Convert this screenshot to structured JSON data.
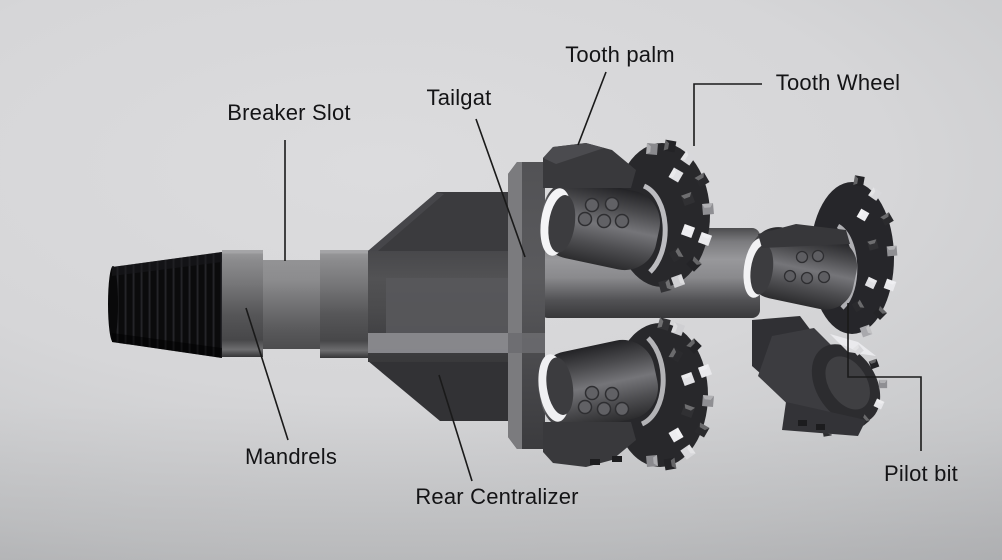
{
  "figure_title": "",
  "labels": {
    "breaker_slot": "Breaker Slot",
    "tailgat": "Tailgat",
    "tooth_palm": "Tooth palm",
    "tooth_wheel": "Tooth Wheel",
    "mandrels": "Mandrels",
    "rear_centralizer": "Rear Centralizer",
    "pilot_bit": "Pilot bit"
  },
  "colors": {
    "background": "#d5d6d8",
    "label_text": "#141416",
    "leader_line": "#1a1a1a",
    "thread_black": "#0c0c0d",
    "metal_dark": "#3a3a3d",
    "metal_mid": "#6f6f72",
    "metal_light": "#97979a",
    "specular_highlight": "#f4f4f6"
  }
}
